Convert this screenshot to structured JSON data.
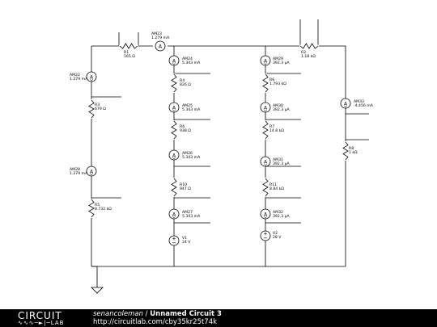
{
  "components": [
    {
      "id": "r1",
      "kind": "resistor",
      "orient": "h",
      "name": "R1",
      "value": "165 Ω"
    },
    {
      "id": "am23",
      "kind": "ammeter",
      "orient": "h",
      "name": "AM23",
      "value": "1.279 mA"
    },
    {
      "id": "r2",
      "kind": "resistor",
      "orient": "h",
      "name": "R2",
      "value": "1.18 kΩ"
    },
    {
      "id": "am22",
      "kind": "ammeter",
      "orient": "v",
      "name": "AM22",
      "value": "1.279 mA"
    },
    {
      "id": "r3",
      "kind": "resistor",
      "orient": "v",
      "name": "R3",
      "value": "679 Ω"
    },
    {
      "id": "am28",
      "kind": "ammeter",
      "orient": "v",
      "name": "AM28",
      "value": "1.279 mA"
    },
    {
      "id": "r5",
      "kind": "resistor",
      "orient": "v",
      "name": "R5",
      "value": "8.732 kΩ"
    },
    {
      "id": "am24",
      "kind": "ammeter",
      "orient": "v",
      "name": "AM24",
      "value": "5.343 mA"
    },
    {
      "id": "r4",
      "kind": "resistor",
      "orient": "v",
      "name": "R4",
      "value": "826 Ω"
    },
    {
      "id": "am25",
      "kind": "ammeter",
      "orient": "v",
      "name": "AM25",
      "value": "5.343 mA"
    },
    {
      "id": "r6",
      "kind": "resistor",
      "orient": "v",
      "name": "R6",
      "value": "938 Ω"
    },
    {
      "id": "am26",
      "kind": "ammeter",
      "orient": "v",
      "name": "AM26",
      "value": "5.343 mA"
    },
    {
      "id": "r10",
      "kind": "resistor",
      "orient": "v",
      "name": "R10",
      "value": "947 Ω"
    },
    {
      "id": "am27",
      "kind": "ammeter",
      "orient": "v",
      "name": "AM27",
      "value": "5.343 mA"
    },
    {
      "id": "v1",
      "kind": "source",
      "orient": "v",
      "name": "V1",
      "value": "24 V"
    },
    {
      "id": "am29",
      "kind": "ammeter",
      "orient": "v",
      "name": "AM29",
      "value": "392.3 µA"
    },
    {
      "id": "r6b",
      "kind": "resistor",
      "orient": "v",
      "name": "R6",
      "value": "1.793 kΩ"
    },
    {
      "id": "am30",
      "kind": "ammeter",
      "orient": "v",
      "name": "AM30",
      "value": "392.3 µA"
    },
    {
      "id": "r7",
      "kind": "resistor",
      "orient": "v",
      "name": "R7",
      "value": "14.8 kΩ"
    },
    {
      "id": "am31",
      "kind": "ammeter",
      "orient": "v",
      "name": "AM31",
      "value": "392.3 µA"
    },
    {
      "id": "r11",
      "kind": "resistor",
      "orient": "v",
      "name": "R11",
      "value": "8.84 kΩ"
    },
    {
      "id": "am32",
      "kind": "ammeter",
      "orient": "v",
      "name": "AM32",
      "value": "392.3 µA"
    },
    {
      "id": "v2",
      "kind": "source",
      "orient": "v",
      "name": "V2",
      "value": "28 V"
    },
    {
      "id": "am33",
      "kind": "ammeter",
      "orient": "v",
      "name": "AM33",
      "value": "-4.456 mA"
    },
    {
      "id": "r8",
      "kind": "resistor",
      "orient": "v",
      "name": "R8",
      "value": "1 kΩ"
    }
  ],
  "footer": {
    "logo_top": "CIRCUIT",
    "logo_bottom": "LAB",
    "author": "senancoleman",
    "separator": " / ",
    "title": "Unnamed Circuit 3",
    "url": "http://circuitlab.com/cby35kr25t74k"
  },
  "colors": {
    "wire": "#000000",
    "background": "#ffffff",
    "footer": "#000000",
    "footer_text": "#ffffff"
  }
}
